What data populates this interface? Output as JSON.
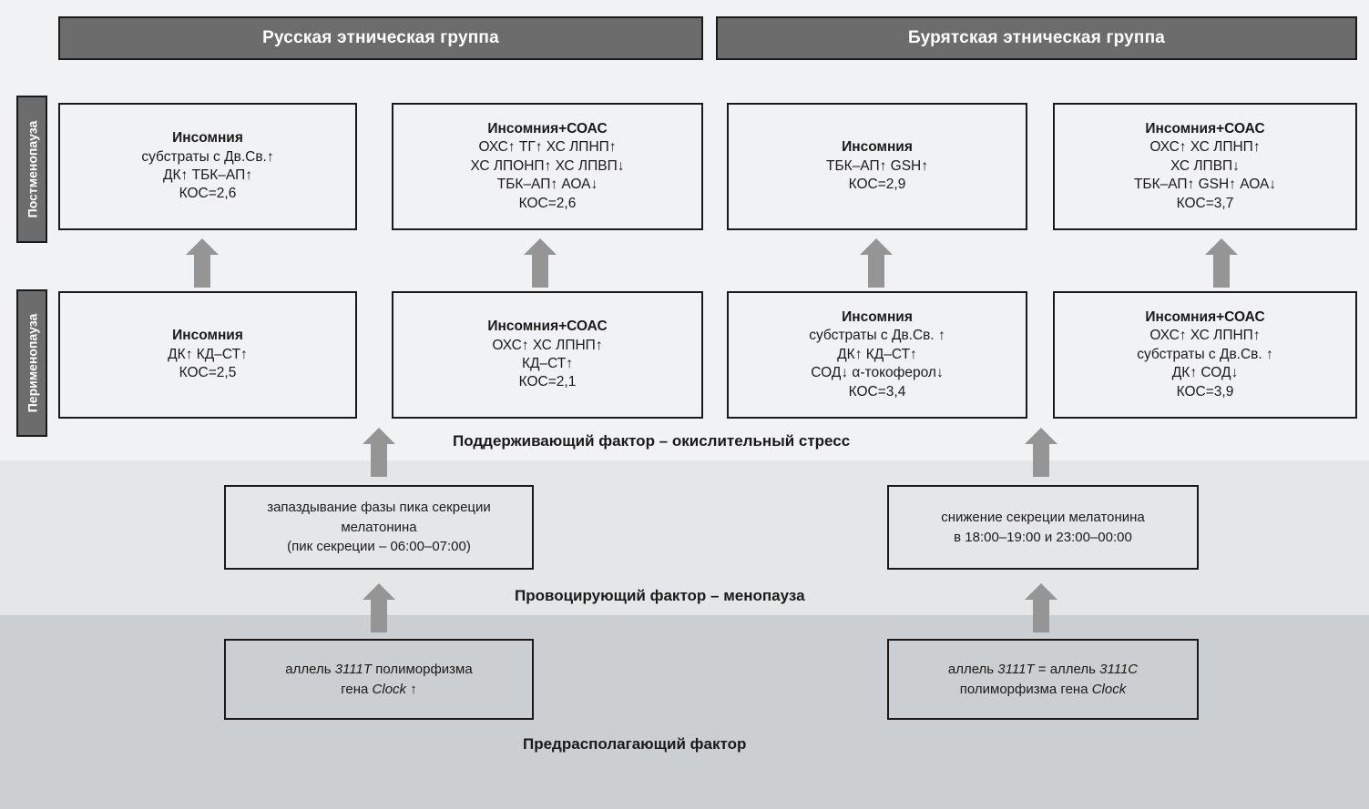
{
  "headers": {
    "russian": "Русская этническая группа",
    "buryat": "Бурятская этническая группа"
  },
  "side_labels": {
    "postmenopause": "Постменопауза",
    "perimenopause": "Перименопауза"
  },
  "captions": {
    "supporting": "Поддерживающий фактор – окислительный стресс",
    "triggering": "Провоцирующий фактор – менопауза",
    "predisposing": "Предрасполагающий фактор"
  },
  "boxes": {
    "post_rus_insomnia": {
      "title": "Инсомния",
      "lines": [
        "субстраты с Дв.Св.↑",
        "ДК↑ ТБК–АП↑",
        "КОС=2,6"
      ]
    },
    "post_rus_insomnia_osas": {
      "title": "Инсомния+СОАС",
      "lines": [
        "ОХС↑ ТГ↑ ХС ЛПНП↑",
        "ХС ЛПОНП↑ ХС ЛПВП↓",
        "ТБК–АП↑ АОА↓",
        "КОС=2,6"
      ]
    },
    "post_bur_insomnia": {
      "title": "Инсомния",
      "lines": [
        "ТБК–АП↑ GSH↑",
        "КОС=2,9"
      ]
    },
    "post_bur_insomnia_osas": {
      "title": "Инсомния+СОАС",
      "lines": [
        "ОХС↑ ХС ЛПНП↑",
        "ХС ЛПВП↓",
        "ТБК–АП↑ GSH↑ АОА↓",
        "КОС=3,7"
      ]
    },
    "peri_rus_insomnia": {
      "title": "Инсомния",
      "lines": [
        "ДК↑ КД–СТ↑",
        "КОС=2,5"
      ]
    },
    "peri_rus_insomnia_osas": {
      "title": "Инсомния+СОАС",
      "lines": [
        "ОХС↑ ХС ЛПНП↑",
        "КД–СТ↑",
        "КОС=2,1"
      ]
    },
    "peri_bur_insomnia": {
      "title": "Инсомния",
      "lines": [
        "субстраты с Дв.Св. ↑",
        "ДК↑ КД–СТ↑",
        "СОД↓ α-токоферол↓",
        "КОС=3,4"
      ]
    },
    "peri_bur_insomnia_osas": {
      "title": "Инсомния+СОАС",
      "lines": [
        "ОХС↑ ХС ЛПНП↑",
        "субстраты с Дв.Св. ↑",
        "ДК↑ СОД↓",
        "КОС=3,9"
      ]
    }
  },
  "factors": {
    "melatonin_rus": {
      "line1": "запаздывание фазы пика секреции",
      "line2": "мелатонина",
      "line3": "(пик секреции – 06:00–07:00)"
    },
    "melatonin_bur": {
      "line1": "снижение секреции мелатонина",
      "line2": "в 18:00–19:00 и 23:00–00:00"
    },
    "gene_rus": {
      "line1_a": "аллель ",
      "line1_i": "3111T",
      "line1_b": " полиморфизма",
      "line2_a": "гена ",
      "line2_i": "Clock",
      "line2_b": " ↑"
    },
    "gene_bur": {
      "line1_a": "аллель ",
      "line1_i": "3111T",
      "line1_b": " = аллель ",
      "line1_i2": "3111C",
      "line2_a": "полиморфизма гена ",
      "line2_i": "Clock"
    }
  },
  "colors": {
    "header_fill": "#6c6c6c",
    "border": "#1a1a1a",
    "arrow": "#959595",
    "band_top": "#f1f2f3",
    "band_mid": "#e5e6e7",
    "band_bottom": "#cccfd1"
  },
  "icons": {
    "arrow_up": "arrow-up-icon"
  }
}
